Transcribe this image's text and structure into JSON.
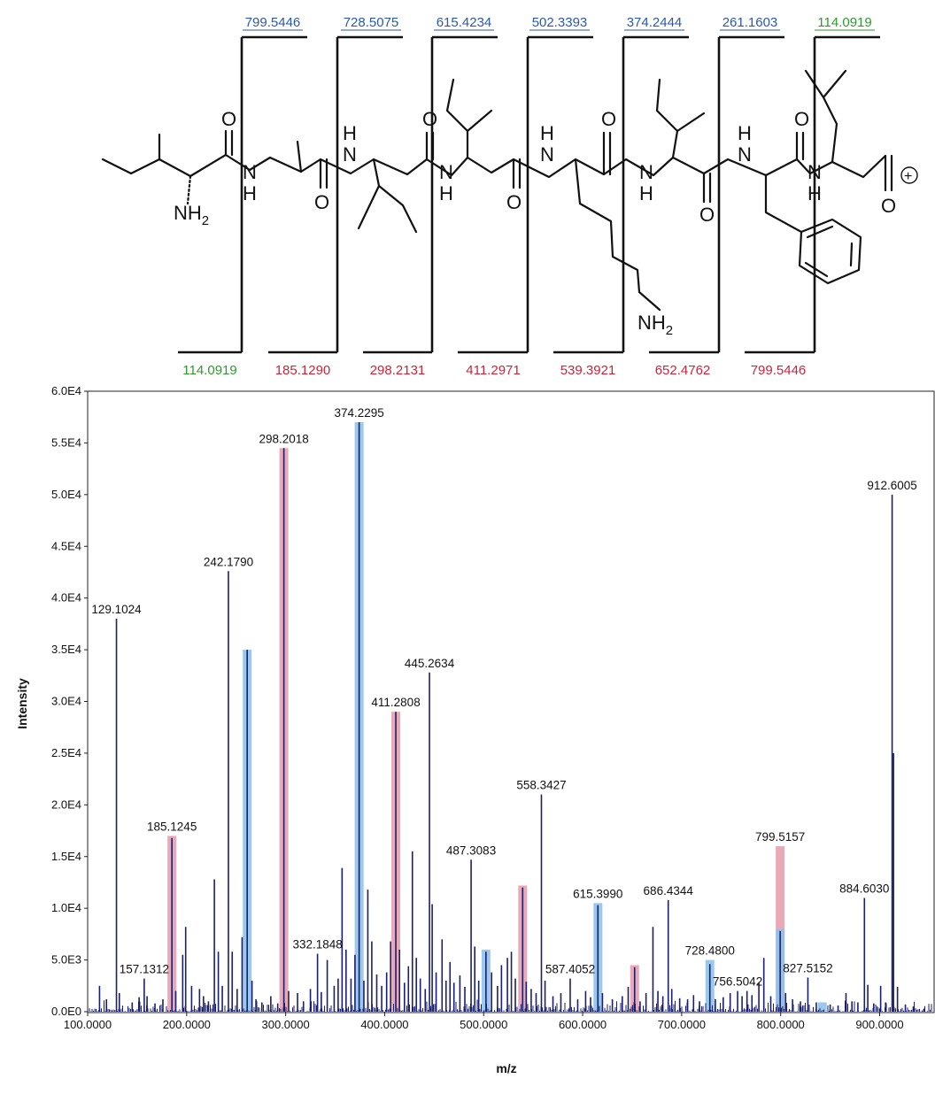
{
  "colors": {
    "c_ion": "#2a5aa8",
    "b_ion": "#c8253a",
    "terminal": "#2e9a2e",
    "spectrum_line": "#1a1f6e",
    "b_highlight": "#e8a0ae",
    "c_highlight": "#8fc2ec"
  },
  "structure": {
    "atoms": {
      "nh2": "NH",
      "nh2_sub": "2",
      "n": "N",
      "h": "H",
      "o": "O",
      "cation": "+"
    },
    "top_fragments": [
      "799.5446",
      "728.5075",
      "615.4234",
      "502.3393",
      "374.2444",
      "261.1603",
      "114.0919"
    ],
    "bottom_fragments": [
      "114.0919",
      "185.1290",
      "298.2131",
      "411.2971",
      "539.3921",
      "652.4762",
      "799.5446"
    ]
  },
  "chart_data": {
    "type": "bar",
    "xlabel": "m/z",
    "ylabel": "Intensity",
    "xlim": [
      100,
      955
    ],
    "ylim": [
      0,
      60000
    ],
    "x_ticks": [
      "100.0000",
      "200.0000",
      "300.0000",
      "400.0000",
      "500.0000",
      "600.0000",
      "700.0000",
      "800.0000",
      "900.0000"
    ],
    "y_ticks": [
      "0.0E0",
      "5.0E3",
      "1.0E4",
      "1.5E4",
      "2.0E4",
      "2.5E4",
      "3.0E4",
      "3.5E4",
      "4.0E4",
      "4.5E4",
      "5.0E4",
      "5.5E4",
      "6.0E4"
    ],
    "highlights": [
      {
        "type": "b",
        "x": 185.1245,
        "y": 17000
      },
      {
        "type": "c",
        "x": 261.16,
        "y": 35000
      },
      {
        "type": "b",
        "x": 298.2018,
        "y": 54500
      },
      {
        "type": "c",
        "x": 374.2295,
        "y": 57000
      },
      {
        "type": "b",
        "x": 411.2808,
        "y": 29000
      },
      {
        "type": "c",
        "x": 502.34,
        "y": 6000
      },
      {
        "type": "b",
        "x": 539.39,
        "y": 12200
      },
      {
        "type": "c",
        "x": 615.399,
        "y": 10500
      },
      {
        "type": "b",
        "x": 652.48,
        "y": 4500
      },
      {
        "type": "c",
        "x": 728.48,
        "y": 5000
      },
      {
        "type": "b",
        "x": 799.5157,
        "y": 16000
      },
      {
        "type": "c",
        "x": 799.5157,
        "y": 8000
      },
      {
        "type": "c",
        "x": 842.0,
        "y": 900
      }
    ],
    "peaks": [
      {
        "x": 112,
        "y": 2500
      },
      {
        "x": 119,
        "y": 1200
      },
      {
        "x": 129.1024,
        "y": 38000
      },
      {
        "x": 132,
        "y": 1800
      },
      {
        "x": 145,
        "y": 900
      },
      {
        "x": 152,
        "y": 1400
      },
      {
        "x": 157.1312,
        "y": 3200
      },
      {
        "x": 160,
        "y": 1500
      },
      {
        "x": 168,
        "y": 800
      },
      {
        "x": 176,
        "y": 1200
      },
      {
        "x": 185.1245,
        "y": 16800
      },
      {
        "x": 189,
        "y": 2000
      },
      {
        "x": 196,
        "y": 5500
      },
      {
        "x": 199,
        "y": 8200
      },
      {
        "x": 205,
        "y": 2500
      },
      {
        "x": 213,
        "y": 2200
      },
      {
        "x": 217,
        "y": 1500
      },
      {
        "x": 222,
        "y": 1000
      },
      {
        "x": 228,
        "y": 12800
      },
      {
        "x": 232,
        "y": 5800
      },
      {
        "x": 236,
        "y": 2500
      },
      {
        "x": 242.179,
        "y": 42600
      },
      {
        "x": 246,
        "y": 5800
      },
      {
        "x": 251,
        "y": 2200
      },
      {
        "x": 256,
        "y": 7200
      },
      {
        "x": 261.16,
        "y": 35000
      },
      {
        "x": 266,
        "y": 3000
      },
      {
        "x": 270,
        "y": 1200
      },
      {
        "x": 276,
        "y": 900
      },
      {
        "x": 285,
        "y": 1500
      },
      {
        "x": 292,
        "y": 800
      },
      {
        "x": 298.2018,
        "y": 54500
      },
      {
        "x": 303,
        "y": 2000
      },
      {
        "x": 312,
        "y": 1800
      },
      {
        "x": 318,
        "y": 1000
      },
      {
        "x": 325,
        "y": 2200
      },
      {
        "x": 332.1848,
        "y": 5600
      },
      {
        "x": 336,
        "y": 1900
      },
      {
        "x": 342,
        "y": 5000
      },
      {
        "x": 349,
        "y": 2500
      },
      {
        "x": 353,
        "y": 3200
      },
      {
        "x": 357,
        "y": 13900
      },
      {
        "x": 361,
        "y": 6000
      },
      {
        "x": 366,
        "y": 3200
      },
      {
        "x": 370,
        "y": 5500
      },
      {
        "x": 374.2295,
        "y": 57000
      },
      {
        "x": 379,
        "y": 3000
      },
      {
        "x": 383,
        "y": 11800
      },
      {
        "x": 387,
        "y": 6800
      },
      {
        "x": 392,
        "y": 3600
      },
      {
        "x": 397,
        "y": 2500
      },
      {
        "x": 402,
        "y": 3800
      },
      {
        "x": 406,
        "y": 6800
      },
      {
        "x": 411.2808,
        "y": 29000
      },
      {
        "x": 415,
        "y": 6000
      },
      {
        "x": 420,
        "y": 2800
      },
      {
        "x": 424,
        "y": 4400
      },
      {
        "x": 428,
        "y": 15500
      },
      {
        "x": 432,
        "y": 5200
      },
      {
        "x": 436,
        "y": 3200
      },
      {
        "x": 441,
        "y": 2200
      },
      {
        "x": 445.2634,
        "y": 32800
      },
      {
        "x": 448,
        "y": 10400
      },
      {
        "x": 452,
        "y": 3800
      },
      {
        "x": 458,
        "y": 7000
      },
      {
        "x": 462,
        "y": 3000
      },
      {
        "x": 466,
        "y": 4800
      },
      {
        "x": 470,
        "y": 2800
      },
      {
        "x": 476,
        "y": 3500
      },
      {
        "x": 481,
        "y": 2400
      },
      {
        "x": 487.3083,
        "y": 14700
      },
      {
        "x": 491,
        "y": 6300
      },
      {
        "x": 495,
        "y": 3000
      },
      {
        "x": 502.34,
        "y": 5800
      },
      {
        "x": 508,
        "y": 3800
      },
      {
        "x": 514,
        "y": 2500
      },
      {
        "x": 518,
        "y": 4500
      },
      {
        "x": 524,
        "y": 5200
      },
      {
        "x": 528,
        "y": 5800
      },
      {
        "x": 532,
        "y": 3200
      },
      {
        "x": 539.39,
        "y": 12000
      },
      {
        "x": 543,
        "y": 2900
      },
      {
        "x": 548,
        "y": 2200
      },
      {
        "x": 553,
        "y": 1800
      },
      {
        "x": 558.3427,
        "y": 21000
      },
      {
        "x": 562,
        "y": 3000
      },
      {
        "x": 570,
        "y": 1500
      },
      {
        "x": 578,
        "y": 1800
      },
      {
        "x": 587.4052,
        "y": 3200
      },
      {
        "x": 595,
        "y": 1200
      },
      {
        "x": 603,
        "y": 2000
      },
      {
        "x": 608,
        "y": 1400
      },
      {
        "x": 615.399,
        "y": 10300
      },
      {
        "x": 620,
        "y": 1800
      },
      {
        "x": 630,
        "y": 1200
      },
      {
        "x": 640,
        "y": 1500
      },
      {
        "x": 646,
        "y": 2400
      },
      {
        "x": 652.48,
        "y": 4300
      },
      {
        "x": 658,
        "y": 1000
      },
      {
        "x": 664,
        "y": 1800
      },
      {
        "x": 671,
        "y": 8200
      },
      {
        "x": 676,
        "y": 2000
      },
      {
        "x": 681,
        "y": 1500
      },
      {
        "x": 686.4344,
        "y": 10800
      },
      {
        "x": 690,
        "y": 2200
      },
      {
        "x": 698,
        "y": 1300
      },
      {
        "x": 706,
        "y": 1200
      },
      {
        "x": 712,
        "y": 1600
      },
      {
        "x": 718,
        "y": 1000
      },
      {
        "x": 728.48,
        "y": 4600
      },
      {
        "x": 734,
        "y": 1200
      },
      {
        "x": 742,
        "y": 1400
      },
      {
        "x": 749,
        "y": 1800
      },
      {
        "x": 756.5042,
        "y": 2000
      },
      {
        "x": 761,
        "y": 1500
      },
      {
        "x": 766,
        "y": 2000
      },
      {
        "x": 771,
        "y": 1600
      },
      {
        "x": 778,
        "y": 2800
      },
      {
        "x": 783,
        "y": 5200
      },
      {
        "x": 790,
        "y": 1500
      },
      {
        "x": 799.5157,
        "y": 7800
      },
      {
        "x": 805,
        "y": 1800
      },
      {
        "x": 812,
        "y": 1200
      },
      {
        "x": 820,
        "y": 1000
      },
      {
        "x": 827.5152,
        "y": 3300
      },
      {
        "x": 836,
        "y": 900
      },
      {
        "x": 850,
        "y": 700
      },
      {
        "x": 858,
        "y": 600
      },
      {
        "x": 866,
        "y": 1800
      },
      {
        "x": 872,
        "y": 1000
      },
      {
        "x": 878,
        "y": 900
      },
      {
        "x": 884.603,
        "y": 11000
      },
      {
        "x": 888,
        "y": 2600
      },
      {
        "x": 894,
        "y": 800
      },
      {
        "x": 901,
        "y": 2500
      },
      {
        "x": 906,
        "y": 900
      },
      {
        "x": 912.6005,
        "y": 50000
      },
      {
        "x": 914,
        "y": 25000
      },
      {
        "x": 918,
        "y": 2400
      },
      {
        "x": 926,
        "y": 700
      },
      {
        "x": 934,
        "y": 500
      },
      {
        "x": 945,
        "y": 300
      }
    ],
    "annotations": [
      {
        "label": "129.1024",
        "x": 129.1024,
        "y": 38000
      },
      {
        "label": "157.1312",
        "x": 157.1312,
        "y": 3200
      },
      {
        "label": "185.1245",
        "x": 185.1245,
        "y": 17000
      },
      {
        "label": "242.1790",
        "x": 242.179,
        "y": 42600
      },
      {
        "label": "298.2018",
        "x": 298.2018,
        "y": 54500
      },
      {
        "label": "332.1848",
        "x": 332.1848,
        "y": 5600
      },
      {
        "label": "374.2295",
        "x": 374.2295,
        "y": 57000
      },
      {
        "label": "411.2808",
        "x": 411.2808,
        "y": 29000
      },
      {
        "label": "445.2634",
        "x": 445.2634,
        "y": 32800
      },
      {
        "label": "487.3083",
        "x": 487.3083,
        "y": 14700
      },
      {
        "label": "558.3427",
        "x": 558.3427,
        "y": 21000
      },
      {
        "label": "587.4052",
        "x": 587.4052,
        "y": 3200
      },
      {
        "label": "615.3990",
        "x": 615.399,
        "y": 10500
      },
      {
        "label": "686.4344",
        "x": 686.4344,
        "y": 10800
      },
      {
        "label": "728.4800",
        "x": 728.48,
        "y": 5000
      },
      {
        "label": "756.5042",
        "x": 756.5042,
        "y": 2000
      },
      {
        "label": "799.5157",
        "x": 799.5157,
        "y": 16000
      },
      {
        "label": "827.5152",
        "x": 827.5152,
        "y": 3300
      },
      {
        "label": "884.6030",
        "x": 884.603,
        "y": 11000
      },
      {
        "label": "912.6005",
        "x": 912.6005,
        "y": 50000
      }
    ]
  }
}
